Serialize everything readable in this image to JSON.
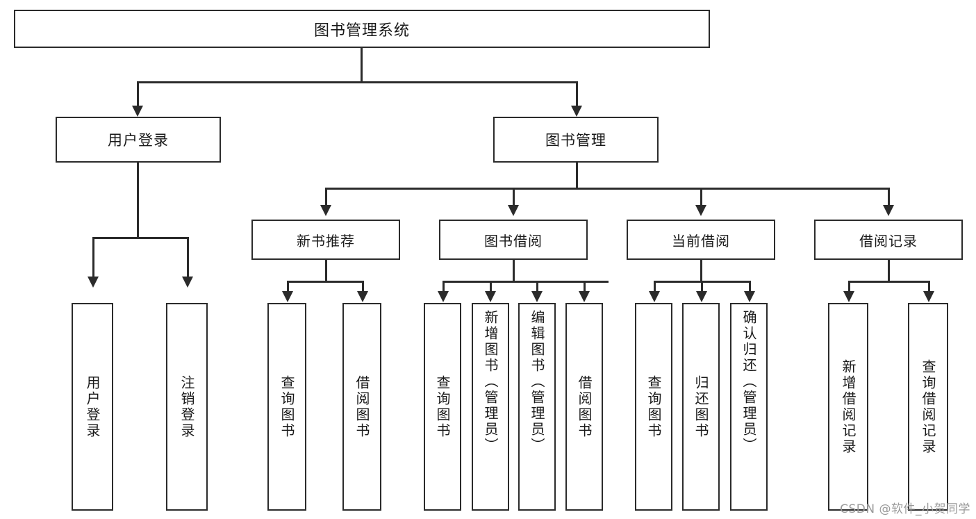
{
  "diagram": {
    "title": "图书管理系统",
    "type": "tree",
    "watermark": "CSDN @软件_小贺同学",
    "colors": {
      "stroke": "#2b2b2b",
      "fill": "#ffffff",
      "text": "#1a1a1a",
      "watermark": "#9a9a9a"
    },
    "root": {
      "label": "图书管理系统"
    },
    "level1": [
      {
        "label": "用户登录"
      },
      {
        "label": "图书管理"
      }
    ],
    "level2": [
      {
        "label": "新书推荐"
      },
      {
        "label": "图书借阅"
      },
      {
        "label": "当前借阅"
      },
      {
        "label": "借阅记录"
      }
    ],
    "leaves": {
      "user_login": [
        {
          "label": "用户登录"
        },
        {
          "label": "注销登录"
        }
      ],
      "new_book_recommend": [
        {
          "label": "查询图书"
        },
        {
          "label": "借阅图书"
        }
      ],
      "book_borrow": [
        {
          "label": "查询图书"
        },
        {
          "label": "新增图书（管理员）"
        },
        {
          "label": "编辑图书（管理员）"
        },
        {
          "label": "借阅图书"
        }
      ],
      "current_borrow": [
        {
          "label": "查询图书"
        },
        {
          "label": "归还图书"
        },
        {
          "label": "确认归还（管理员）"
        }
      ],
      "borrow_record": [
        {
          "label": "新增借阅记录"
        },
        {
          "label": "查询借阅记录"
        }
      ]
    }
  }
}
